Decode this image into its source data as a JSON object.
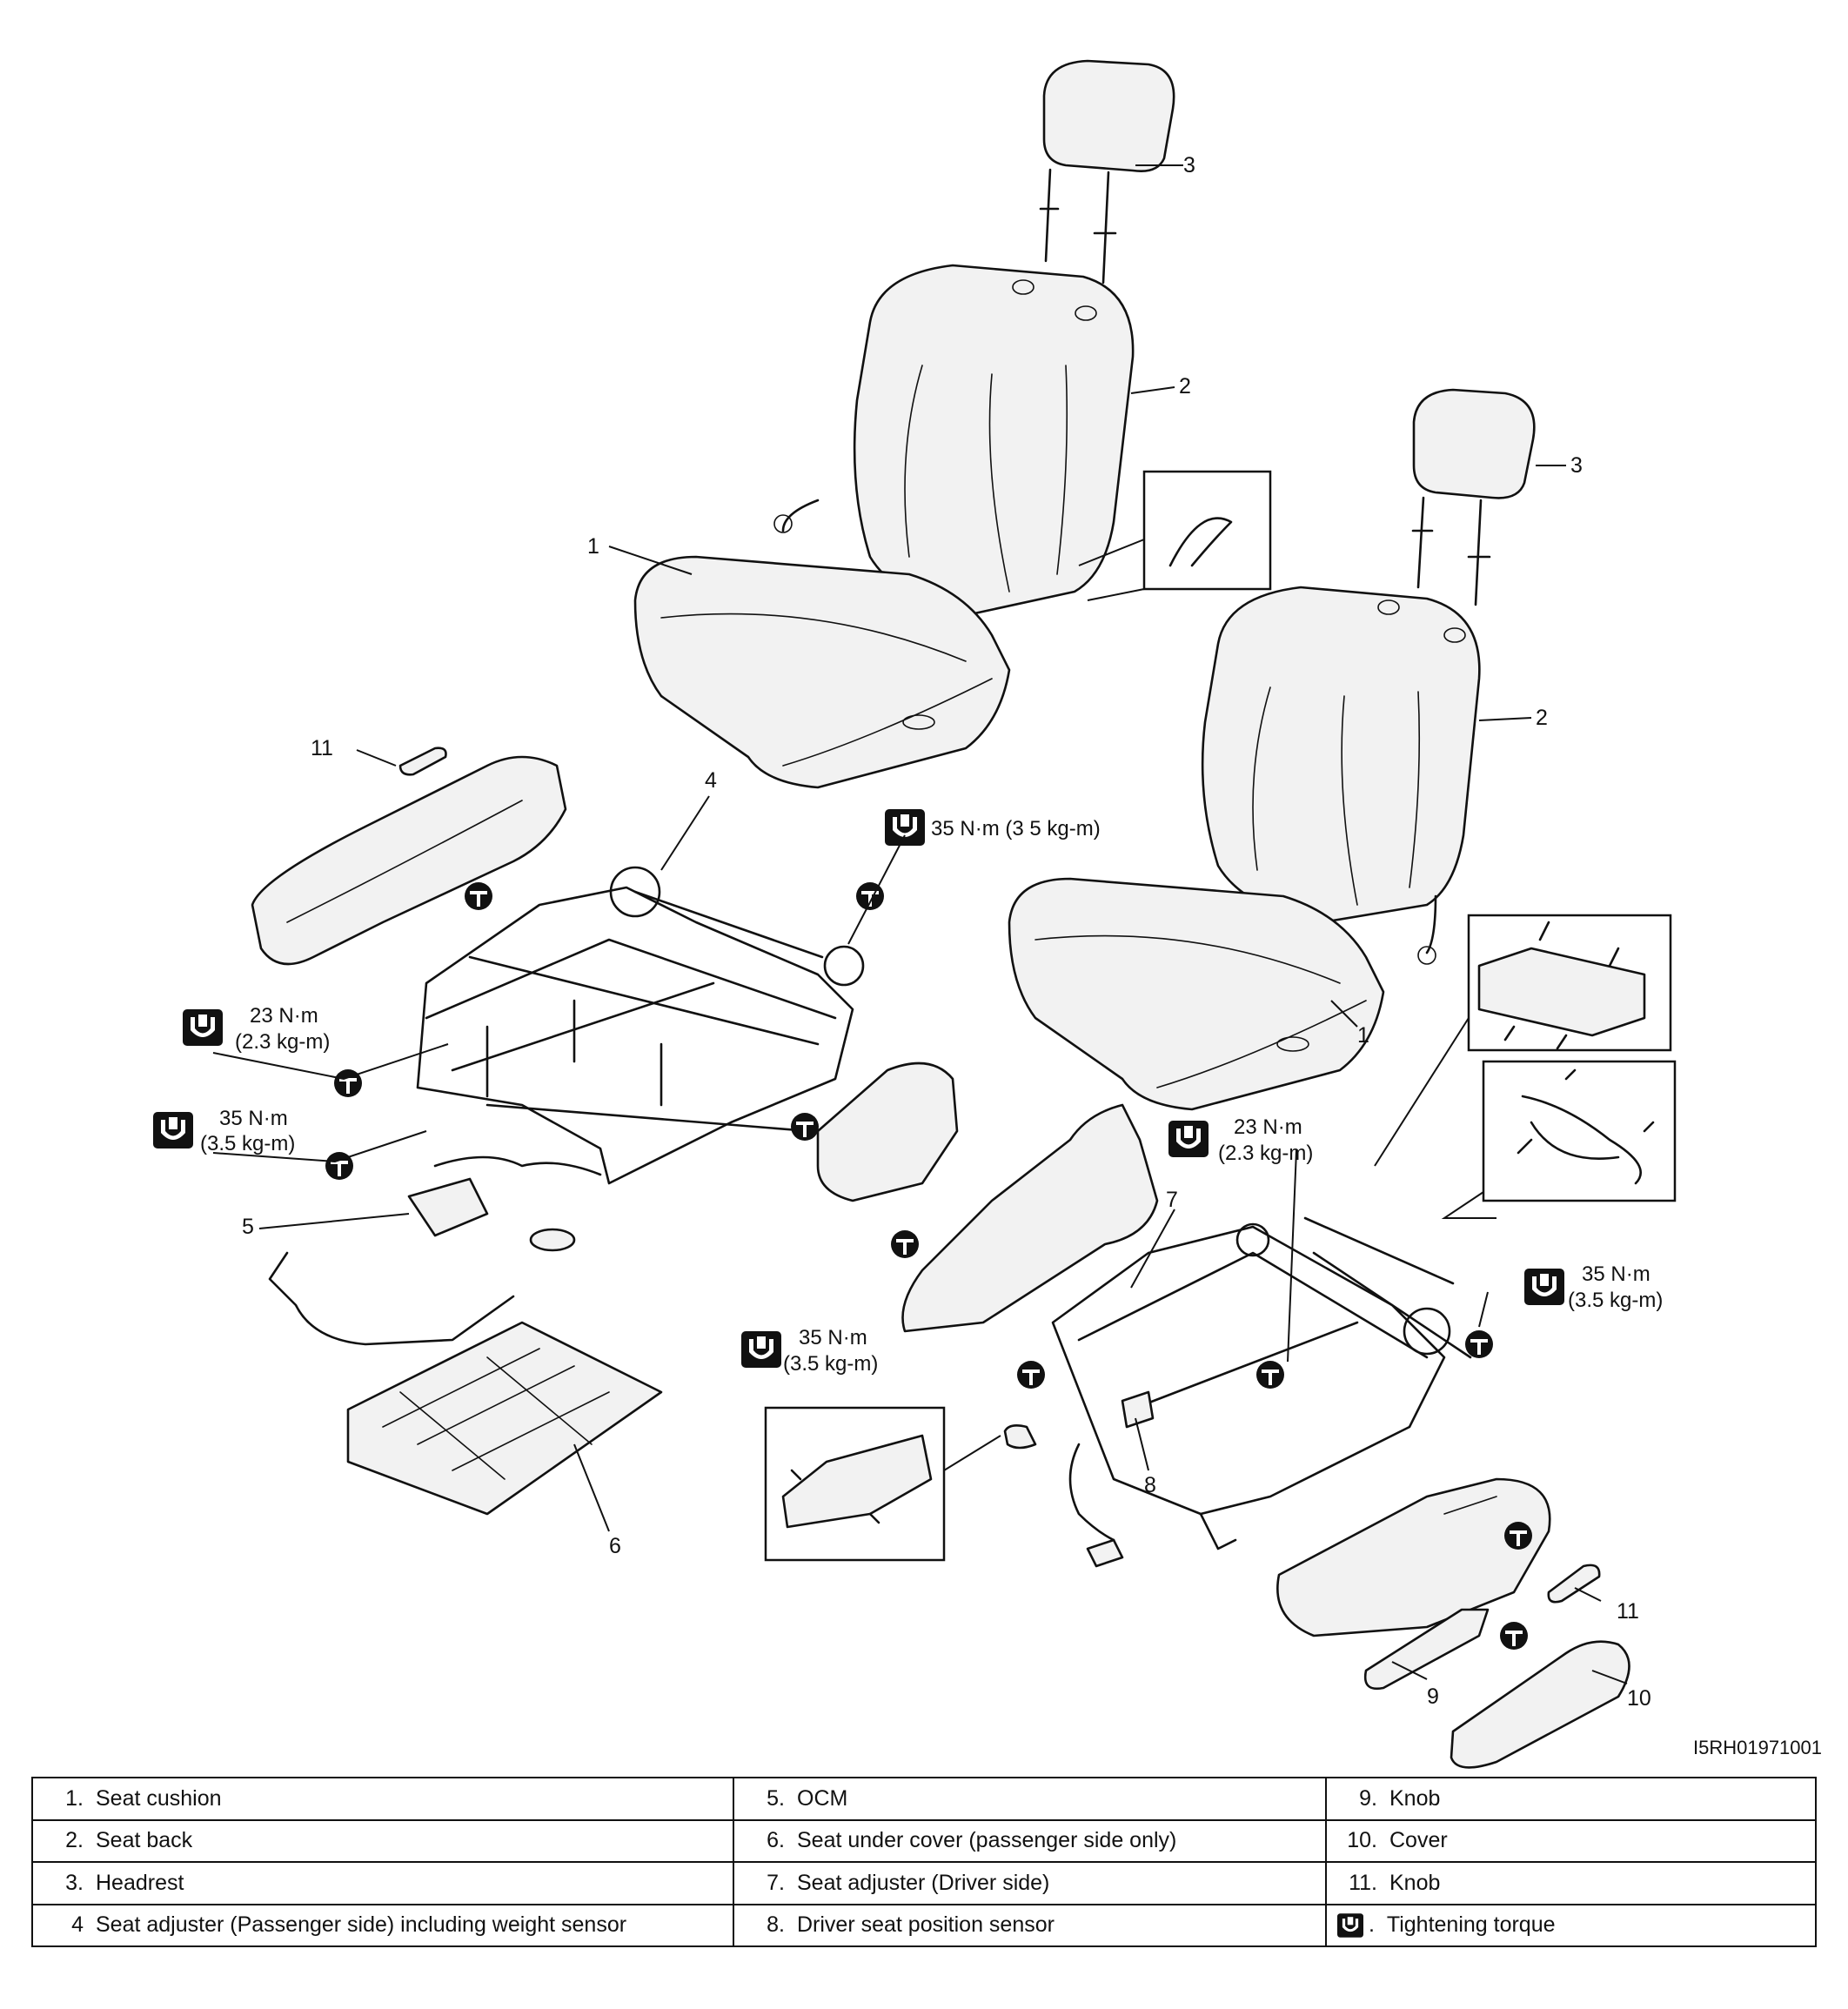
{
  "labels": {
    "n1": "1",
    "n2": "2",
    "n3": "3",
    "n4": "4",
    "n5": "5",
    "n6": "6",
    "n7": "7",
    "n8": "8",
    "n9": "9",
    "n10": "10",
    "n11": "11"
  },
  "torques": {
    "t35": "35 N·m",
    "t35_alt": "35 N·m (3 5 kg-m)",
    "t35_kg": "(3.5 kg-m)",
    "t23": "23 N·m",
    "t23_kg": "(2.3 kg-m)"
  },
  "reference_code": "I5RH01971001",
  "legend": {
    "rows": [
      [
        {
          "num": "1.",
          "text": "Seat cushion"
        },
        {
          "num": "5.",
          "text": "OCM"
        },
        {
          "num": "9.",
          "text": "Knob"
        }
      ],
      [
        {
          "num": "2.",
          "text": "Seat back"
        },
        {
          "num": "6.",
          "text": "Seat under cover (passenger side only)"
        },
        {
          "num": "10.",
          "text": "Cover"
        }
      ],
      [
        {
          "num": "3.",
          "text": "Headrest"
        },
        {
          "num": "7.",
          "text": "Seat adjuster (Driver side)"
        },
        {
          "num": "11.",
          "text": "Knob"
        }
      ],
      [
        {
          "num": "4",
          "text": "Seat adjuster (Passenger side) including weight sensor"
        },
        {
          "num": "8.",
          "text": "Driver seat position sensor"
        },
        {
          "num": ".",
          "text": "Tightening torque"
        }
      ]
    ]
  },
  "icons": {
    "torque": "tightening-torque-icon"
  }
}
